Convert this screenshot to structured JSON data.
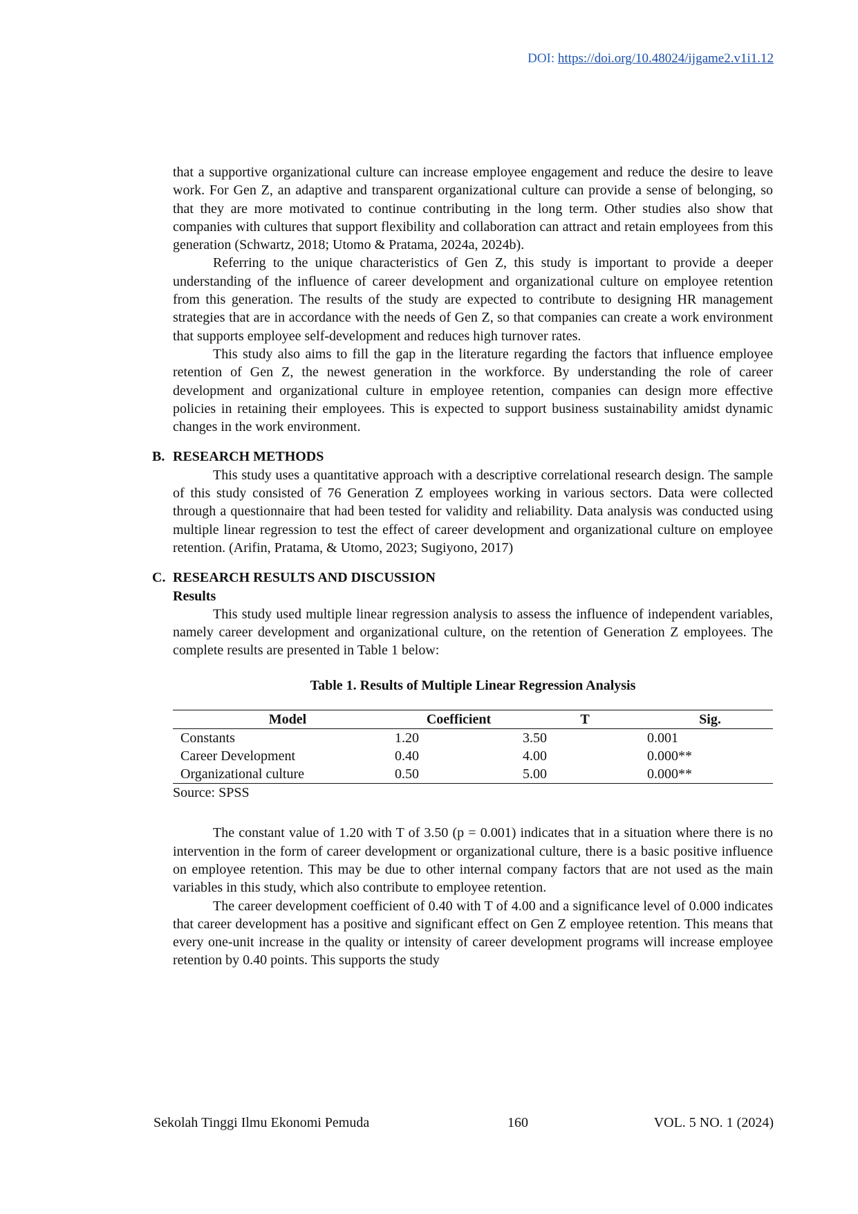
{
  "header": {
    "doi_label": "DOI:",
    "doi_link": "https://doi.org/10.48024/ijgame2.v1i1.12"
  },
  "intro_paragraphs": [
    "that a supportive organizational culture can increase employee engagement and reduce the desire to leave work. For Gen Z, an adaptive and transparent organizational culture can provide a sense of belonging, so that they are more motivated to continue contributing in the long term. Other studies also show that companies with cultures that support flexibility and collaboration can attract and retain employees from this generation (Schwartz, 2018; Utomo & Pratama, 2024a, 2024b).",
    "Referring to the unique characteristics of Gen Z, this study is important to provide a deeper understanding of the influence of career development and organizational culture on employee retention from this generation. The results of the study are expected to contribute to designing HR management strategies that are in accordance with the needs of Gen Z, so that companies can create a work environment that supports employee self-development and reduces high turnover rates.",
    "This study also aims to fill the gap in the literature regarding the factors that influence employee retention of Gen Z, the newest generation in the workforce. By understanding the role of career development and organizational culture in employee retention, companies can design more effective policies in retaining their employees. This is expected to support business sustainability amidst dynamic changes in the work environment."
  ],
  "section_b": {
    "letter": "B.",
    "title": "RESEARCH METHODS",
    "paragraph": "This study uses a quantitative approach with a descriptive correlational research design. The sample of this study consisted of 76 Generation Z employees working in various sectors. Data were collected through a questionnaire that had been tested for validity and reliability. Data analysis was conducted using multiple linear regression to test the effect of career development and organizational culture on employee retention. (Arifin, Pratama, & Utomo, 2023; Sugiyono, 2017)"
  },
  "section_c": {
    "letter": "C.",
    "title": "RESEARCH RESULTS AND DISCUSSION",
    "subtitle": "Results",
    "paragraph": "This study used multiple linear regression analysis to assess the influence of independent variables, namely career development and organizational culture, on the retention of Generation Z employees. The complete results are presented in Table 1 below:"
  },
  "table": {
    "caption": "Table 1. Results of Multiple Linear Regression Analysis",
    "headers": [
      "Model",
      "Coefficient",
      "T",
      "Sig."
    ],
    "rows": [
      [
        "Constants",
        "1.20",
        "3.50",
        "0.001"
      ],
      [
        "Career Development",
        "0.40",
        "4.00",
        "0.000**"
      ],
      [
        "Organizational culture",
        "0.50",
        "5.00",
        "0.000**"
      ]
    ],
    "source": "Source: SPSS"
  },
  "discussion_paragraphs": [
    "The constant value of 1.20 with T of 3.50 (p = 0.001) indicates that in a situation where there is no intervention in the form of career development or organizational culture, there is a basic positive influence on employee retention. This may be due to other internal company factors that are not used as the main variables in this study, which also contribute to employee retention.",
    "The career development coefficient of 0.40 with T of 4.00 and a significance level of 0.000 indicates that career development has a positive and significant effect on Gen Z employee retention. This means that every one-unit increase in the quality or intensity of career development programs will increase employee retention by 0.40 points. This supports the study"
  ],
  "footer": {
    "institution": "Sekolah Tinggi Ilmu Ekonomi Pemuda",
    "page_number": "160",
    "volume": "VOL. 5 NO. 1 (2024)"
  }
}
